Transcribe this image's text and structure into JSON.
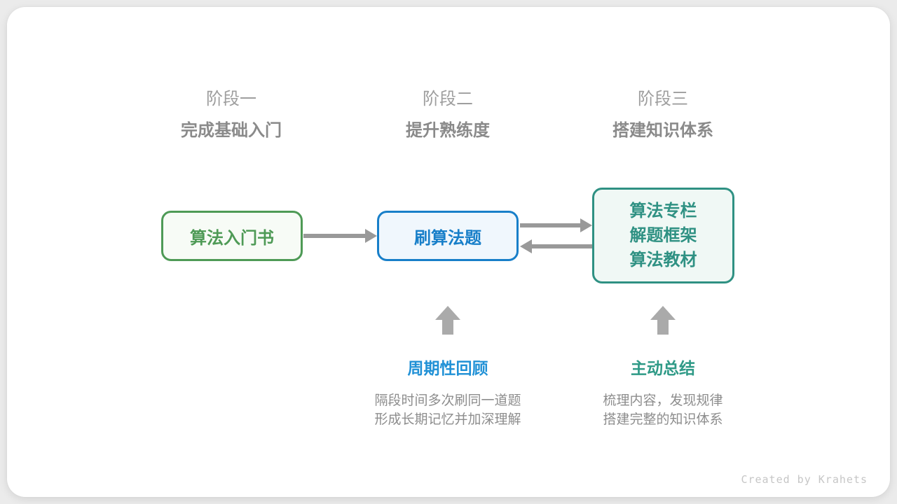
{
  "colors": {
    "page_background": "#ebebeb",
    "card_background": "#ffffff",
    "stage_label_gray": "#9e9e9e",
    "stage_subtitle_gray": "#8a8a8a",
    "node_green": "#4e9a56",
    "node_green_bg": "#f7fbf6",
    "node_blue": "#187fc9",
    "node_blue_bg": "#f0f7fd",
    "node_teal": "#2f9183",
    "node_teal_bg": "#f0f8f5",
    "arrow_gray": "#999999",
    "up_arrow_gray": "#aaaaaa",
    "annotation_blue": "#2191d6",
    "annotation_teal": "#2f9a87",
    "description_gray": "#8d8d8d",
    "credit_gray": "#c6c6c6"
  },
  "stages": [
    {
      "label": "阶段一",
      "subtitle": "完成基础入门"
    },
    {
      "label": "阶段二",
      "subtitle": "提升熟练度"
    },
    {
      "label": "阶段三",
      "subtitle": "搭建知识体系"
    }
  ],
  "nodes": [
    {
      "title": "算法入门书"
    },
    {
      "title": "刷算法题"
    },
    {
      "lines": [
        "算法专栏",
        "解题框架",
        "算法教材"
      ]
    }
  ],
  "annotations": [
    {
      "title": "周期性回顾",
      "desc_lines": [
        "隔段时间多次刷同一道题",
        "形成长期记忆并加深理解"
      ]
    },
    {
      "title": "主动总结",
      "desc_lines": [
        "梳理内容，发现规律",
        "搭建完整的知识体系"
      ]
    }
  ],
  "footer": {
    "credit": "Created by Krahets"
  }
}
